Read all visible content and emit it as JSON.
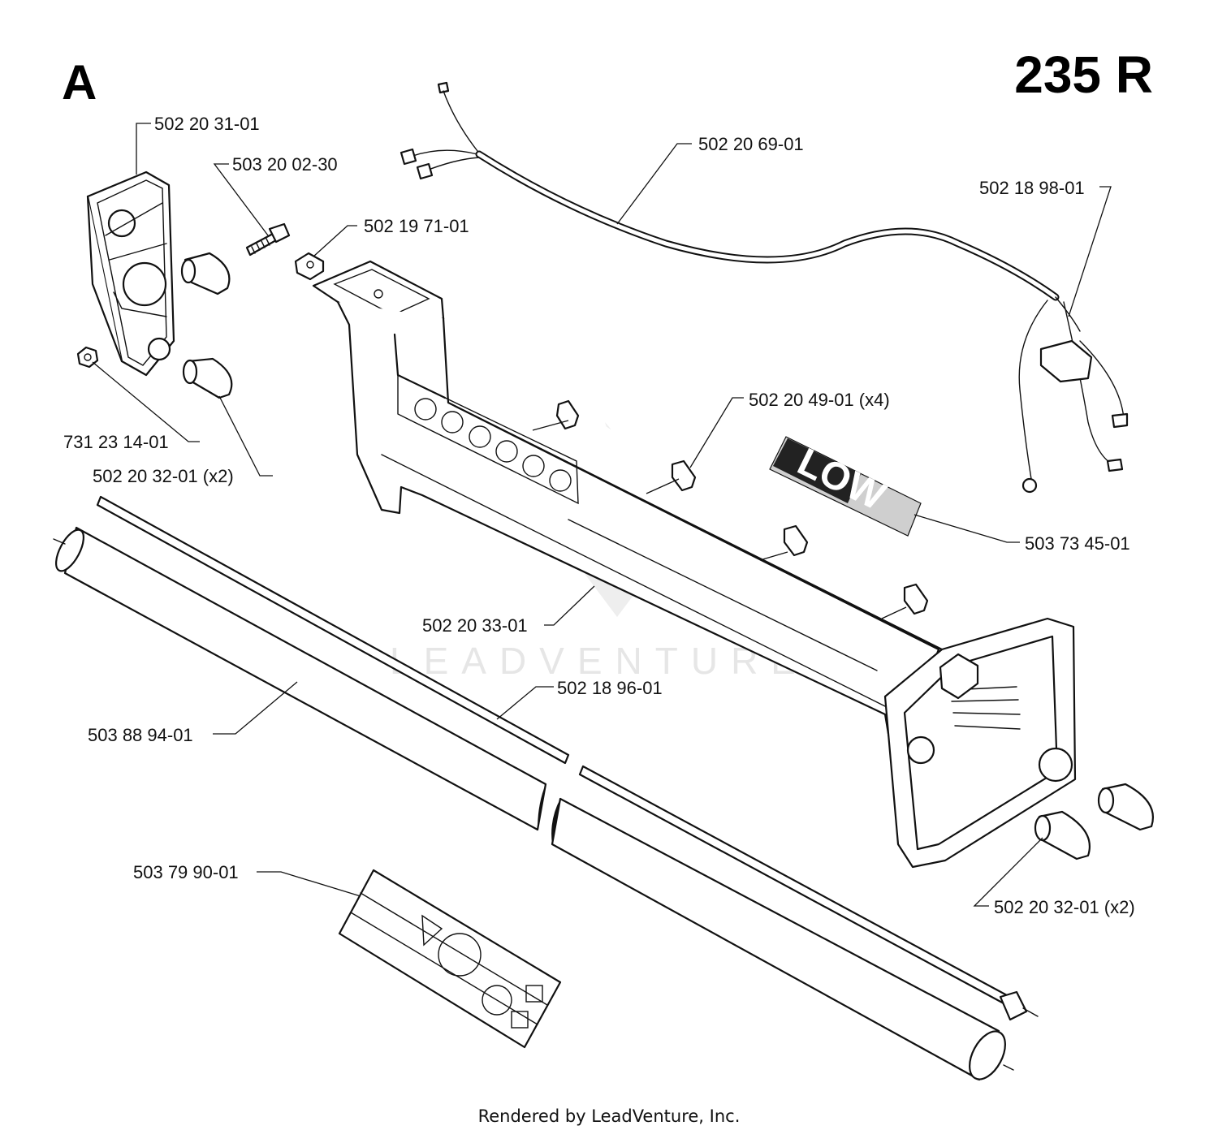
{
  "diagram": {
    "section_letter": "A",
    "model": "235 R",
    "watermark": "LEADVENTURE",
    "footer": "Rendered by LeadVenture, Inc.",
    "labels": {
      "p_502_20_31_01": "502 20 31-01",
      "p_503_20_02_30": "503 20 02-30",
      "p_502_19_71_01": "502 19 71-01",
      "p_502_20_69_01": "502 20 69-01",
      "p_502_18_98_01": "502 18 98-01",
      "p_502_20_49_01": "502 20 49-01 (x4)",
      "p_731_23_14_01": "731 23 14-01",
      "p_502_20_32_01_a": "502 20 32-01 (x2)",
      "p_503_73_45_01": "503 73 45-01",
      "p_502_20_33_01": "502 20 33-01",
      "p_502_18_96_01": "502 18 96-01",
      "p_503_88_94_01": "503 88 94-01",
      "p_503_79_90_01": "503 79 90-01",
      "p_502_20_32_01_b": "502 20 32-01 (x2)"
    },
    "decal_text": "LOW"
  }
}
